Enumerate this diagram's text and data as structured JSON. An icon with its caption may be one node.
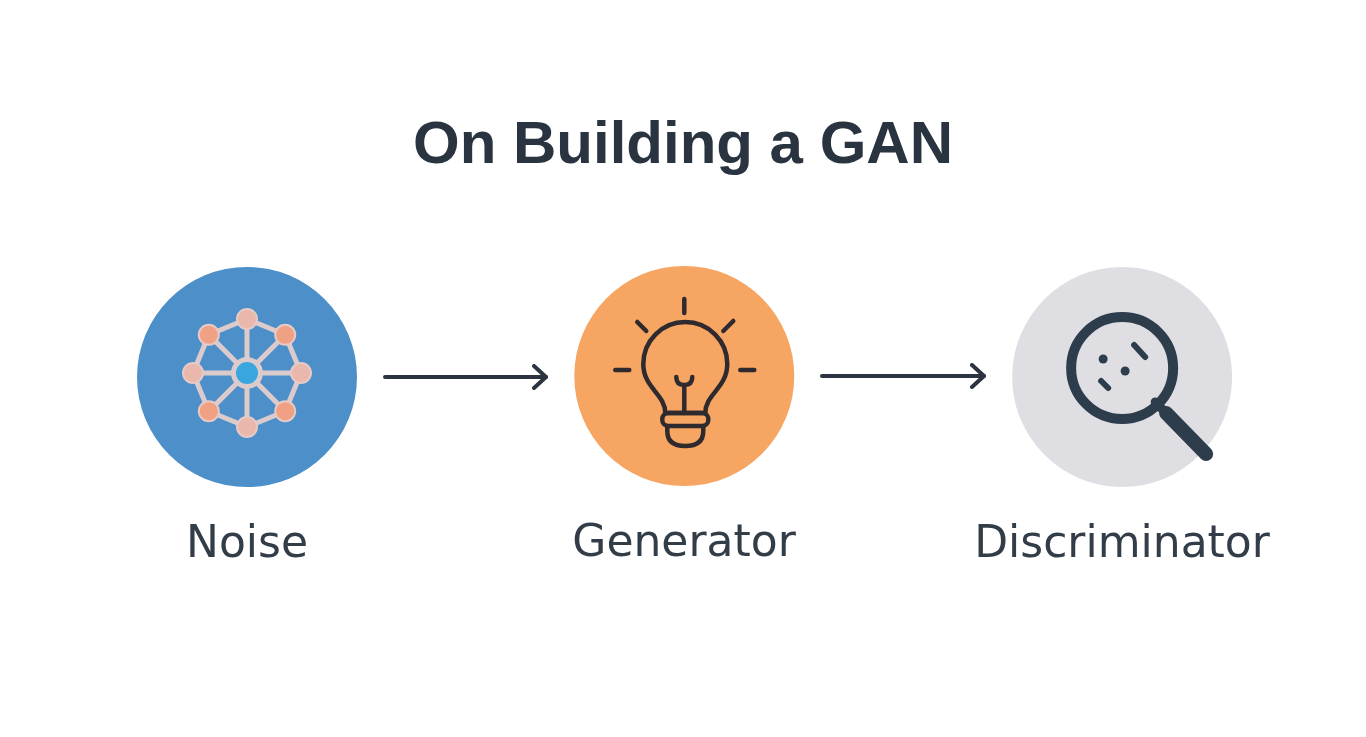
{
  "diagram": {
    "title": "On Building a GAN",
    "nodes": [
      {
        "text": [
          "Noise"
        ]
      },
      {
        "text": [
          "Generator"
        ]
      },
      {
        "text": [
          "Discriminator"
        ]
      }
    ],
    "edges": [
      {
        "from": 0,
        "to": 1,
        "arrow": "to"
      },
      {
        "from": 1,
        "to": 2,
        "arrow": "to"
      }
    ]
  }
}
